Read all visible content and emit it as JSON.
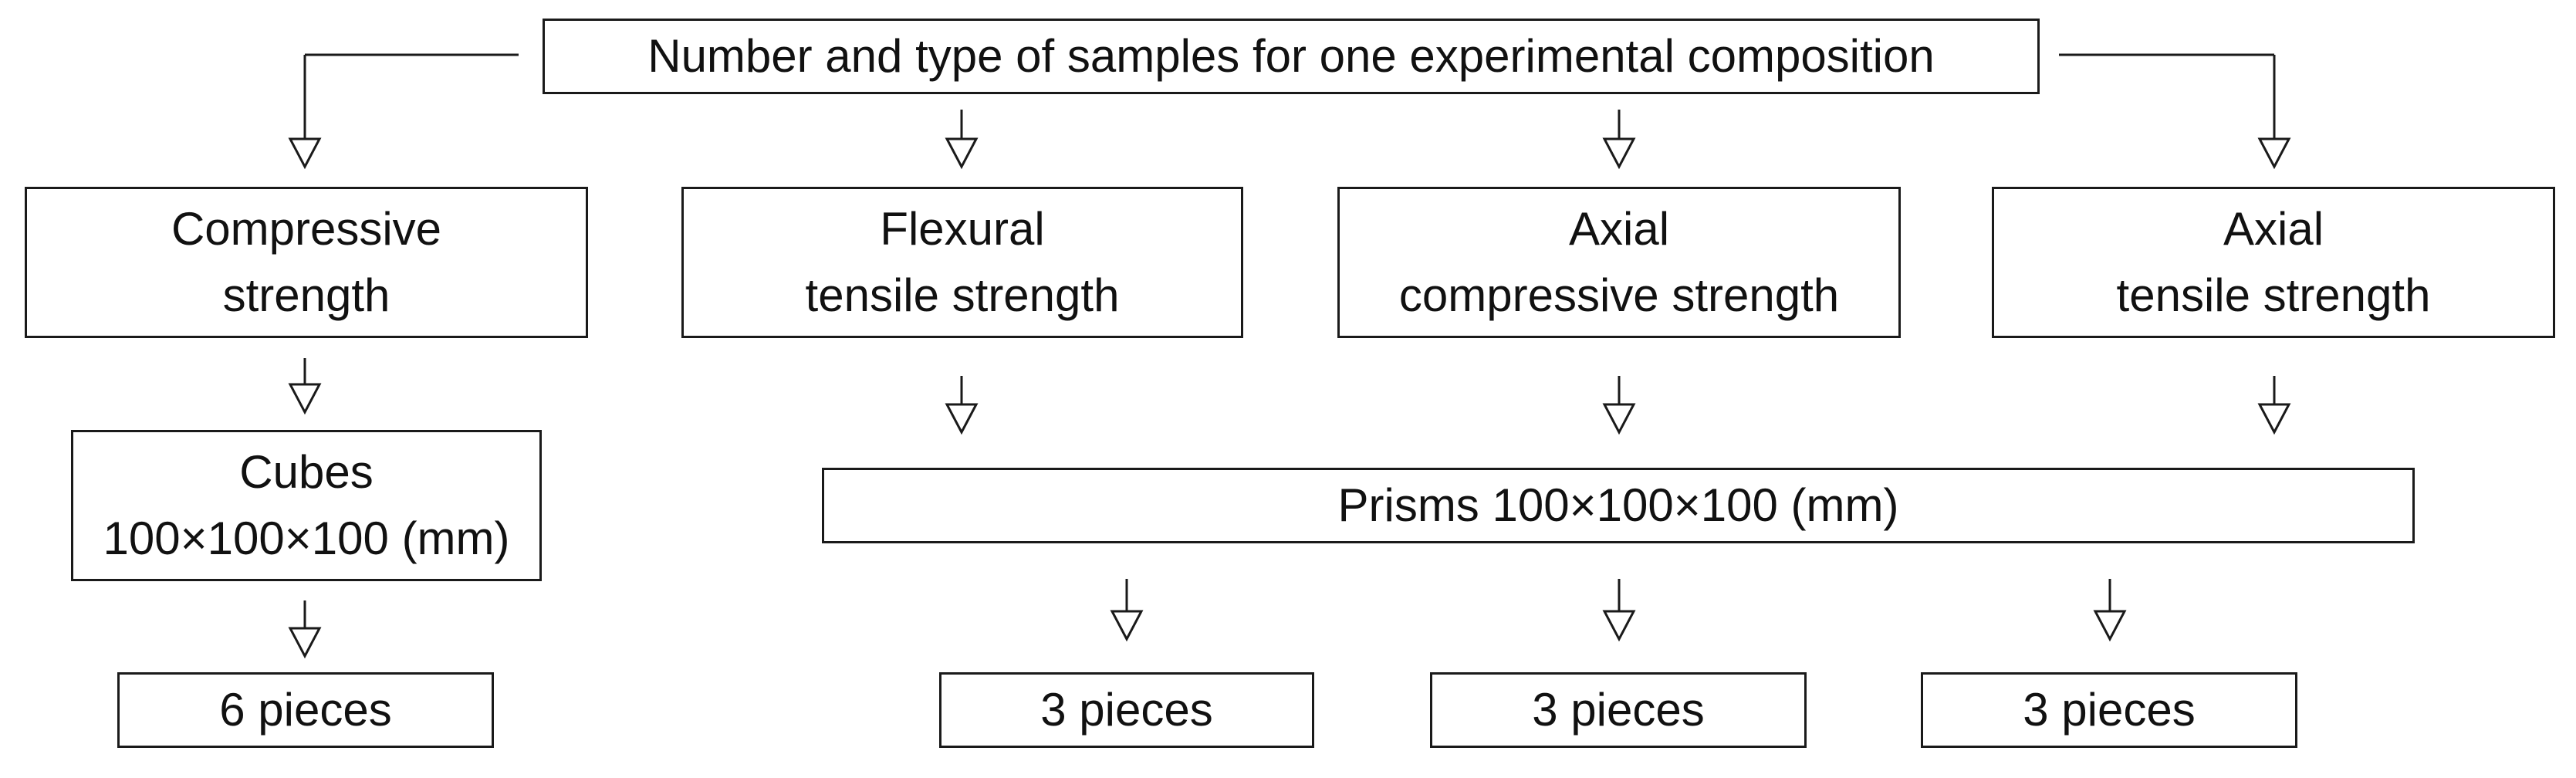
{
  "diagram": {
    "title": "Number and type of samples for one experimental composition",
    "tests": [
      {
        "line1": "Compressive",
        "line2": "strength"
      },
      {
        "line1": "Flexural",
        "line2": "tensile strength"
      },
      {
        "line1": "Axial",
        "line2": "compressive strength"
      },
      {
        "line1": "Axial",
        "line2": "tensile strength"
      }
    ],
    "specimens": {
      "cubes_line1": "Cubes",
      "cubes_line2": "100×100×100 (mm)",
      "prisms": "Prisms 100×100×100 (mm)"
    },
    "counts": [
      "6 pieces",
      "3 pieces",
      "3 pieces",
      "3 pieces"
    ]
  },
  "colors": {
    "stroke": "#1a1a1a",
    "text": "#111111",
    "fill": "#ffffff"
  }
}
